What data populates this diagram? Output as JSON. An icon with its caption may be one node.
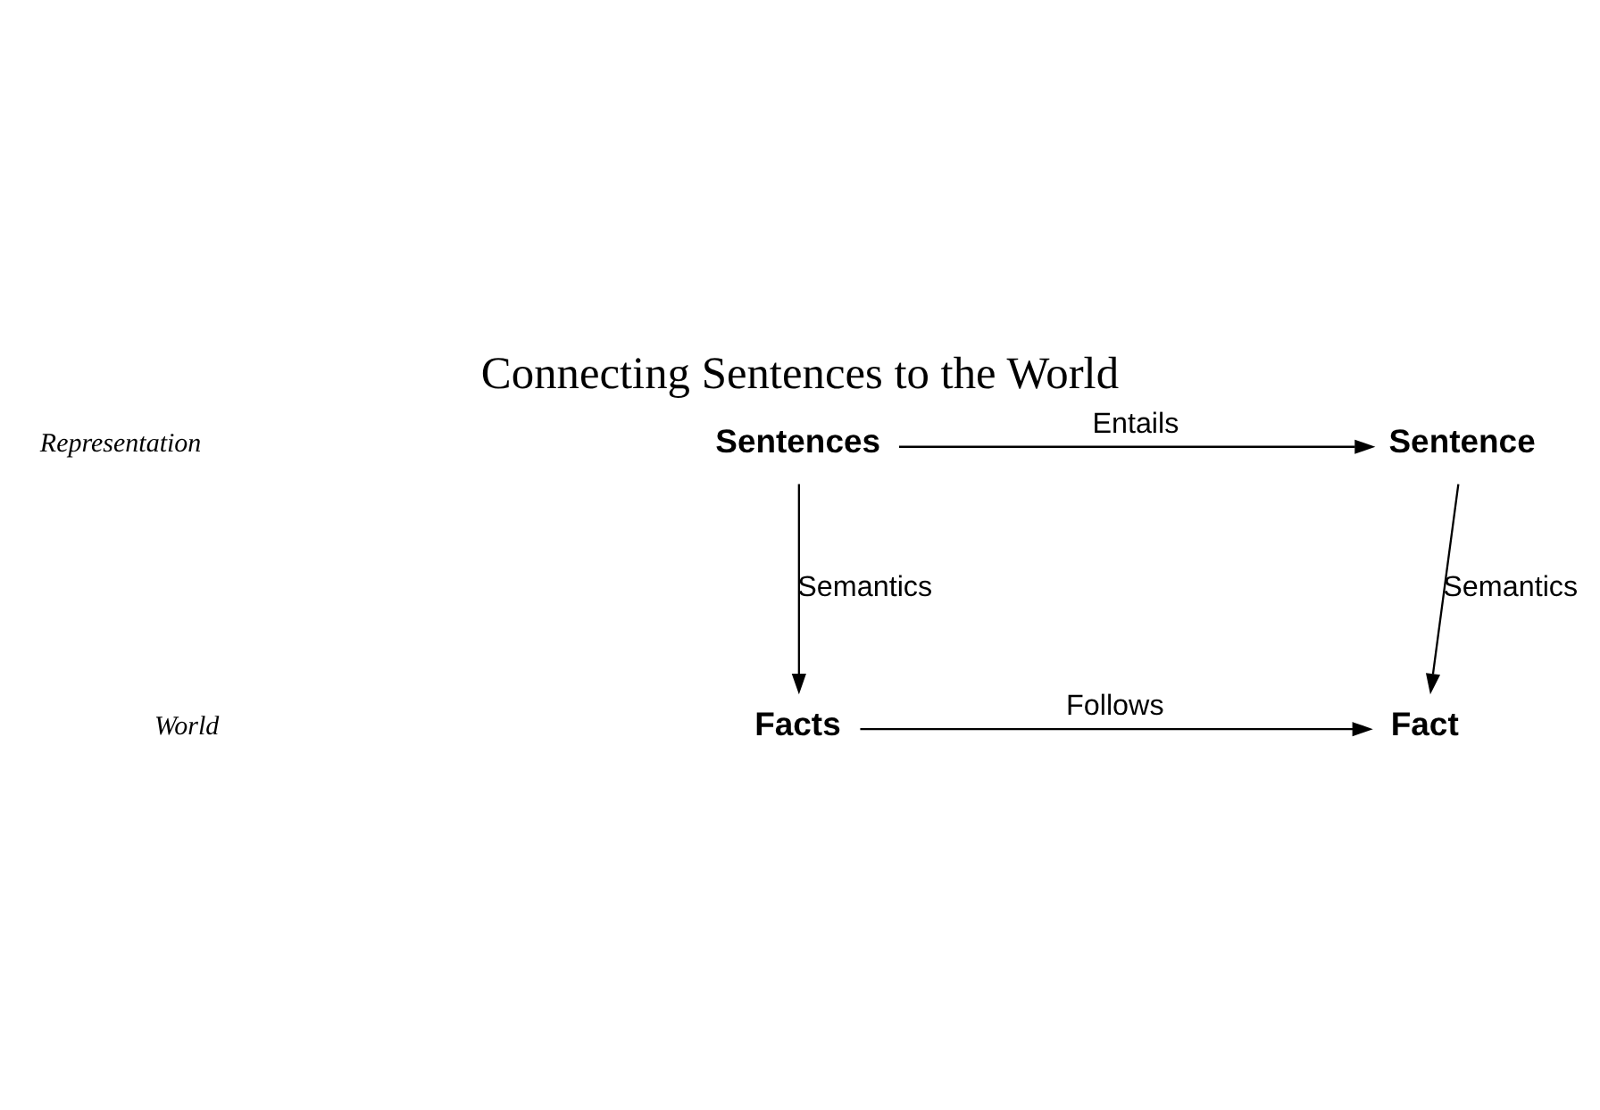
{
  "diagram": {
    "title": "Connecting Sentences to the World",
    "nodes": [
      {
        "text": [
          "Sentences"
        ]
      },
      {
        "text": [
          "Sentence"
        ]
      },
      {
        "text": [
          "Facts"
        ]
      },
      {
        "text": [
          "Fact"
        ]
      }
    ],
    "edges": [
      {
        "from": 0,
        "to": 1,
        "arrow": "to",
        "label": "Entails"
      },
      {
        "from": 0,
        "to": 2,
        "arrow": "to",
        "label": "Semantics"
      },
      {
        "from": 1,
        "to": 3,
        "arrow": "to",
        "label": "Semantics"
      },
      {
        "from": 2,
        "to": 3,
        "arrow": "to",
        "label": "Follows"
      }
    ],
    "labels": [
      "Representation",
      "World"
    ]
  }
}
